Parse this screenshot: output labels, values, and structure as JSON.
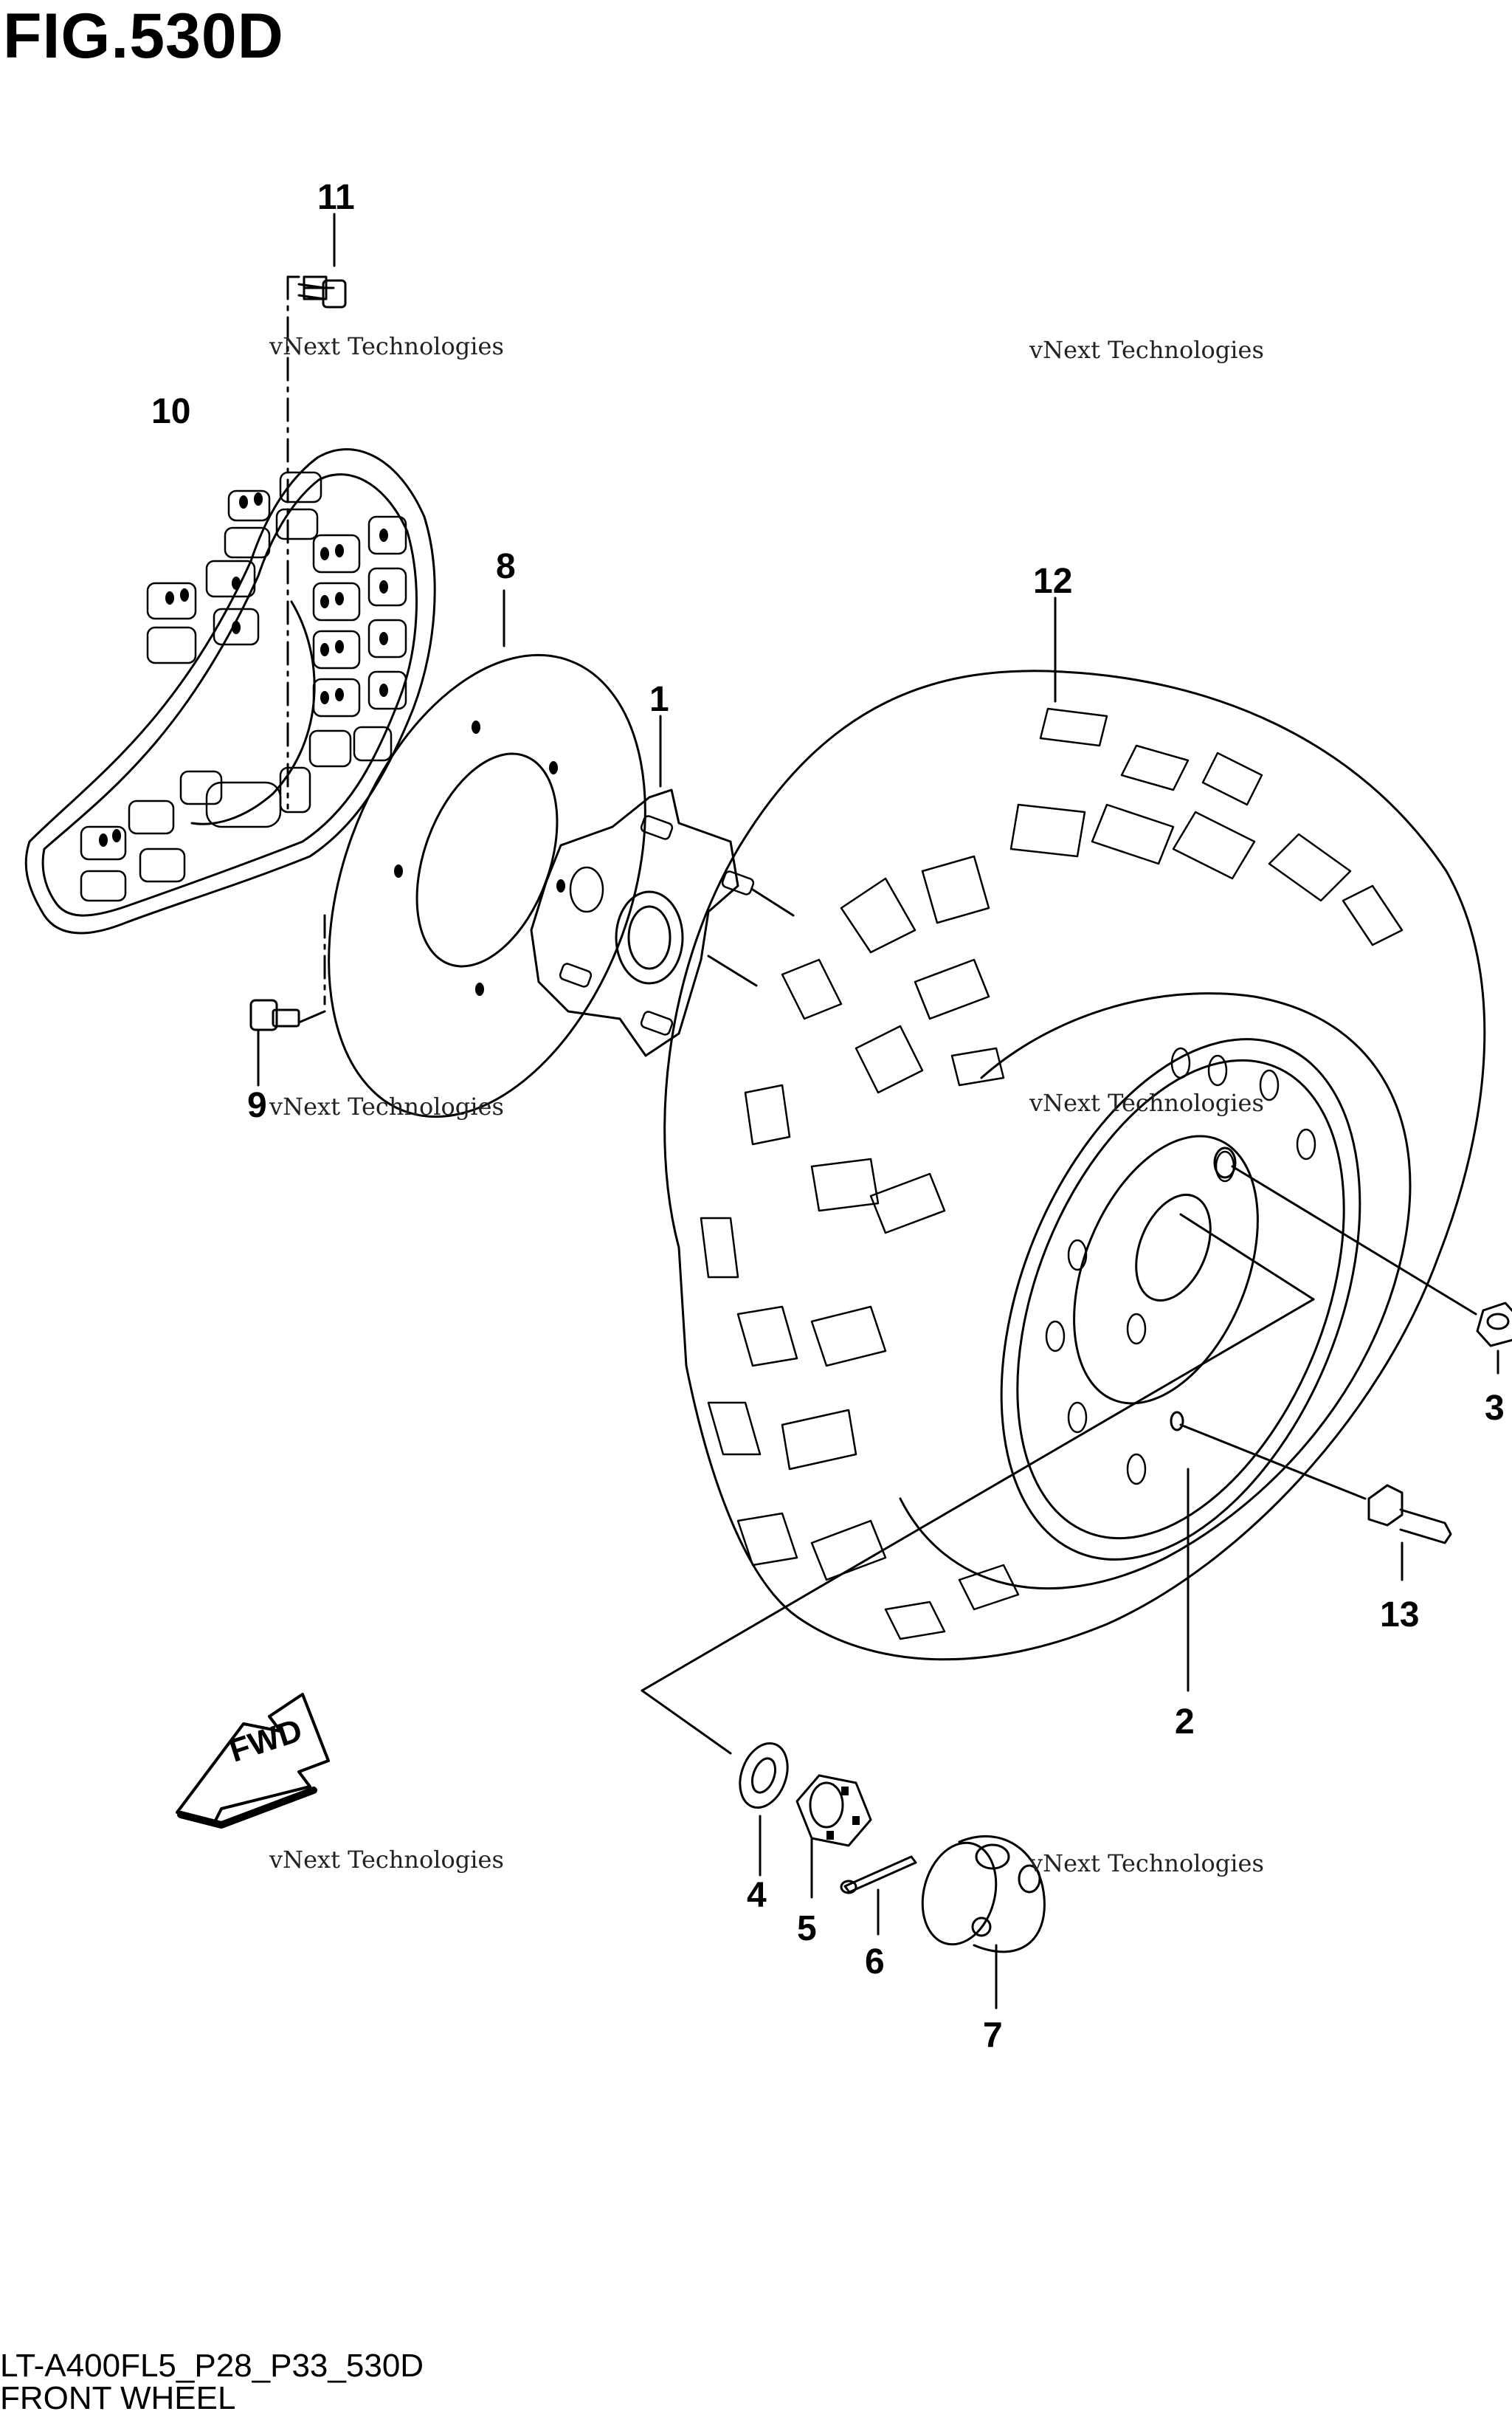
{
  "figure": {
    "title": "FIG.530D",
    "model_code": "LT-A400FL5_P28_P33_530D",
    "section_name": "FRONT WHEEL"
  },
  "callouts": [
    "1",
    "2",
    "3",
    "4",
    "5",
    "6",
    "7",
    "8",
    "9",
    "10",
    "11",
    "12",
    "13"
  ],
  "direction_label": "FWD",
  "watermark": {
    "line1": "vNext Technologies",
    "line2": "vNext",
    "line3": "Technologies"
  }
}
